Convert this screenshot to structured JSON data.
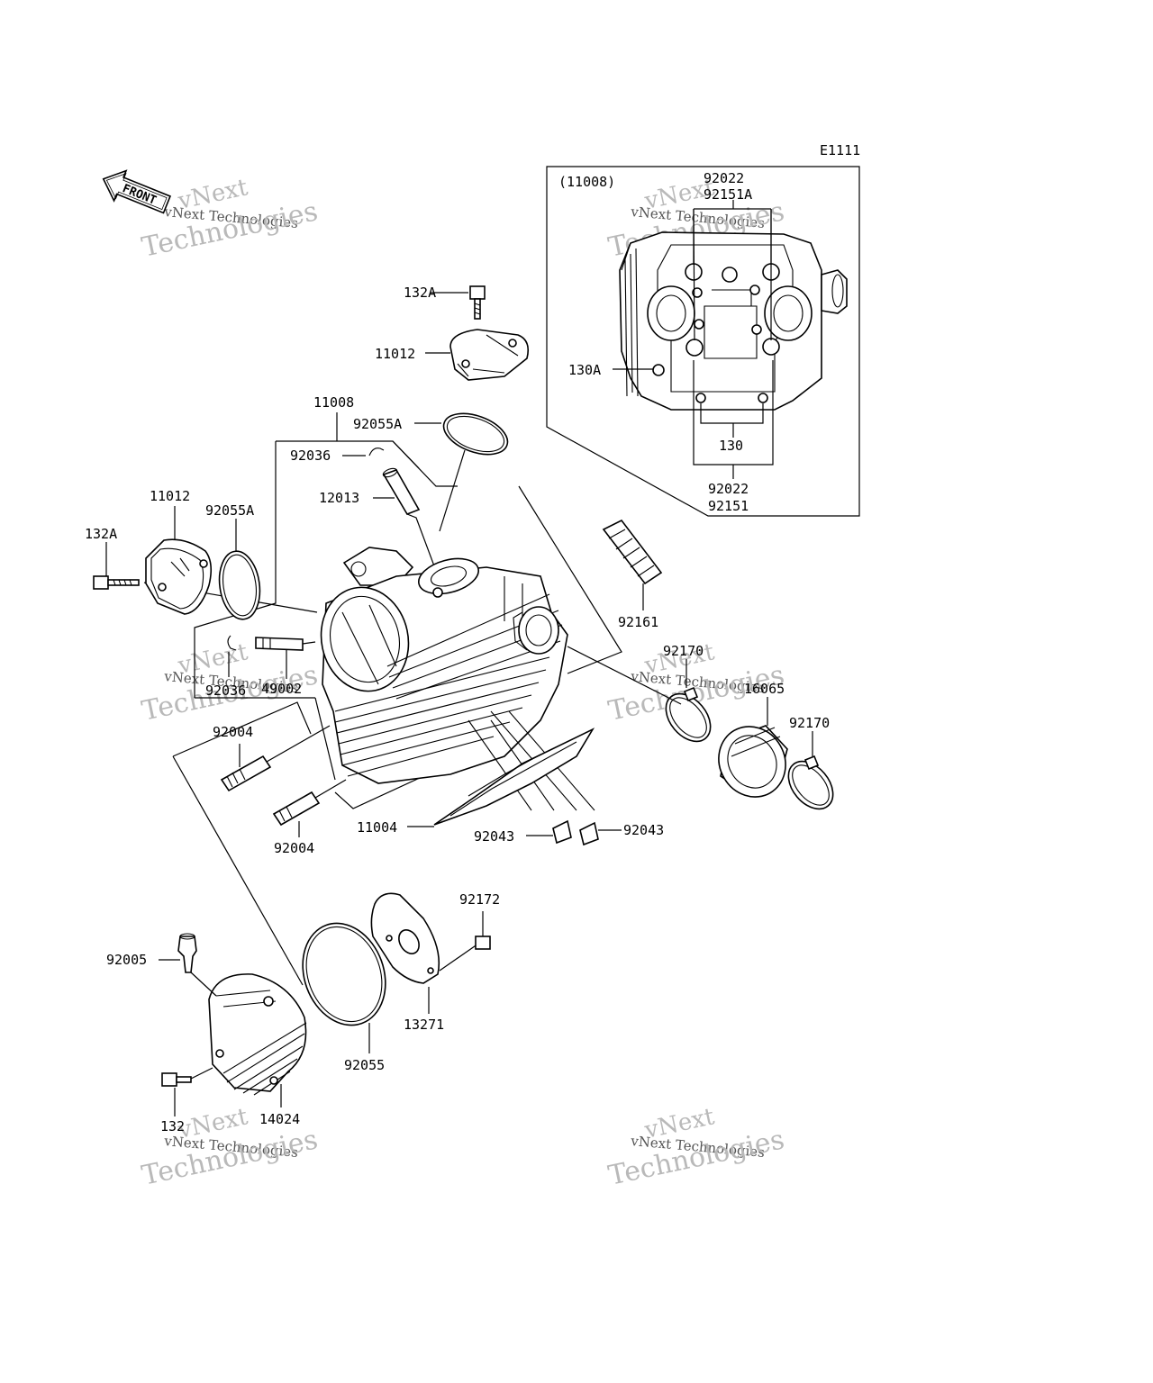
{
  "diagram_code": "E1111",
  "front_label": "FRONT",
  "inset_label": "(11008)",
  "watermarks": [
    "vNext",
    "vNext Technologies",
    "Technologies"
  ],
  "parts": [
    {
      "id": "p-132A-top",
      "number": "132A"
    },
    {
      "id": "p-11012-top",
      "number": "11012"
    },
    {
      "id": "p-11008",
      "number": "11008"
    },
    {
      "id": "p-92055A-top",
      "number": "92055A"
    },
    {
      "id": "p-92036-top",
      "number": "92036"
    },
    {
      "id": "p-12013",
      "number": "12013"
    },
    {
      "id": "p-11012-left",
      "number": "11012"
    },
    {
      "id": "p-92055A-left",
      "number": "92055A"
    },
    {
      "id": "p-132A-left",
      "number": "132A"
    },
    {
      "id": "p-92036-left",
      "number": "92036"
    },
    {
      "id": "p-49002",
      "number": "49002"
    },
    {
      "id": "p-92004-a",
      "number": "92004"
    },
    {
      "id": "p-92004-b",
      "number": "92004"
    },
    {
      "id": "p-11004",
      "number": "11004"
    },
    {
      "id": "p-92043-a",
      "number": "92043"
    },
    {
      "id": "p-92043-b",
      "number": "92043"
    },
    {
      "id": "p-92161",
      "number": "92161"
    },
    {
      "id": "p-92170-a",
      "number": "92170"
    },
    {
      "id": "p-16065",
      "number": "16065"
    },
    {
      "id": "p-92170-b",
      "number": "92170"
    },
    {
      "id": "p-92172",
      "number": "92172"
    },
    {
      "id": "p-92005",
      "number": "92005"
    },
    {
      "id": "p-13271",
      "number": "13271"
    },
    {
      "id": "p-92055",
      "number": "92055"
    },
    {
      "id": "p-132",
      "number": "132"
    },
    {
      "id": "p-14024",
      "number": "14024"
    },
    {
      "id": "i-92022-top",
      "number": "92022"
    },
    {
      "id": "i-92151A",
      "number": "92151A"
    },
    {
      "id": "i-130A",
      "number": "130A"
    },
    {
      "id": "i-130",
      "number": "130"
    },
    {
      "id": "i-92022-bottom",
      "number": "92022"
    },
    {
      "id": "i-92151",
      "number": "92151"
    }
  ]
}
